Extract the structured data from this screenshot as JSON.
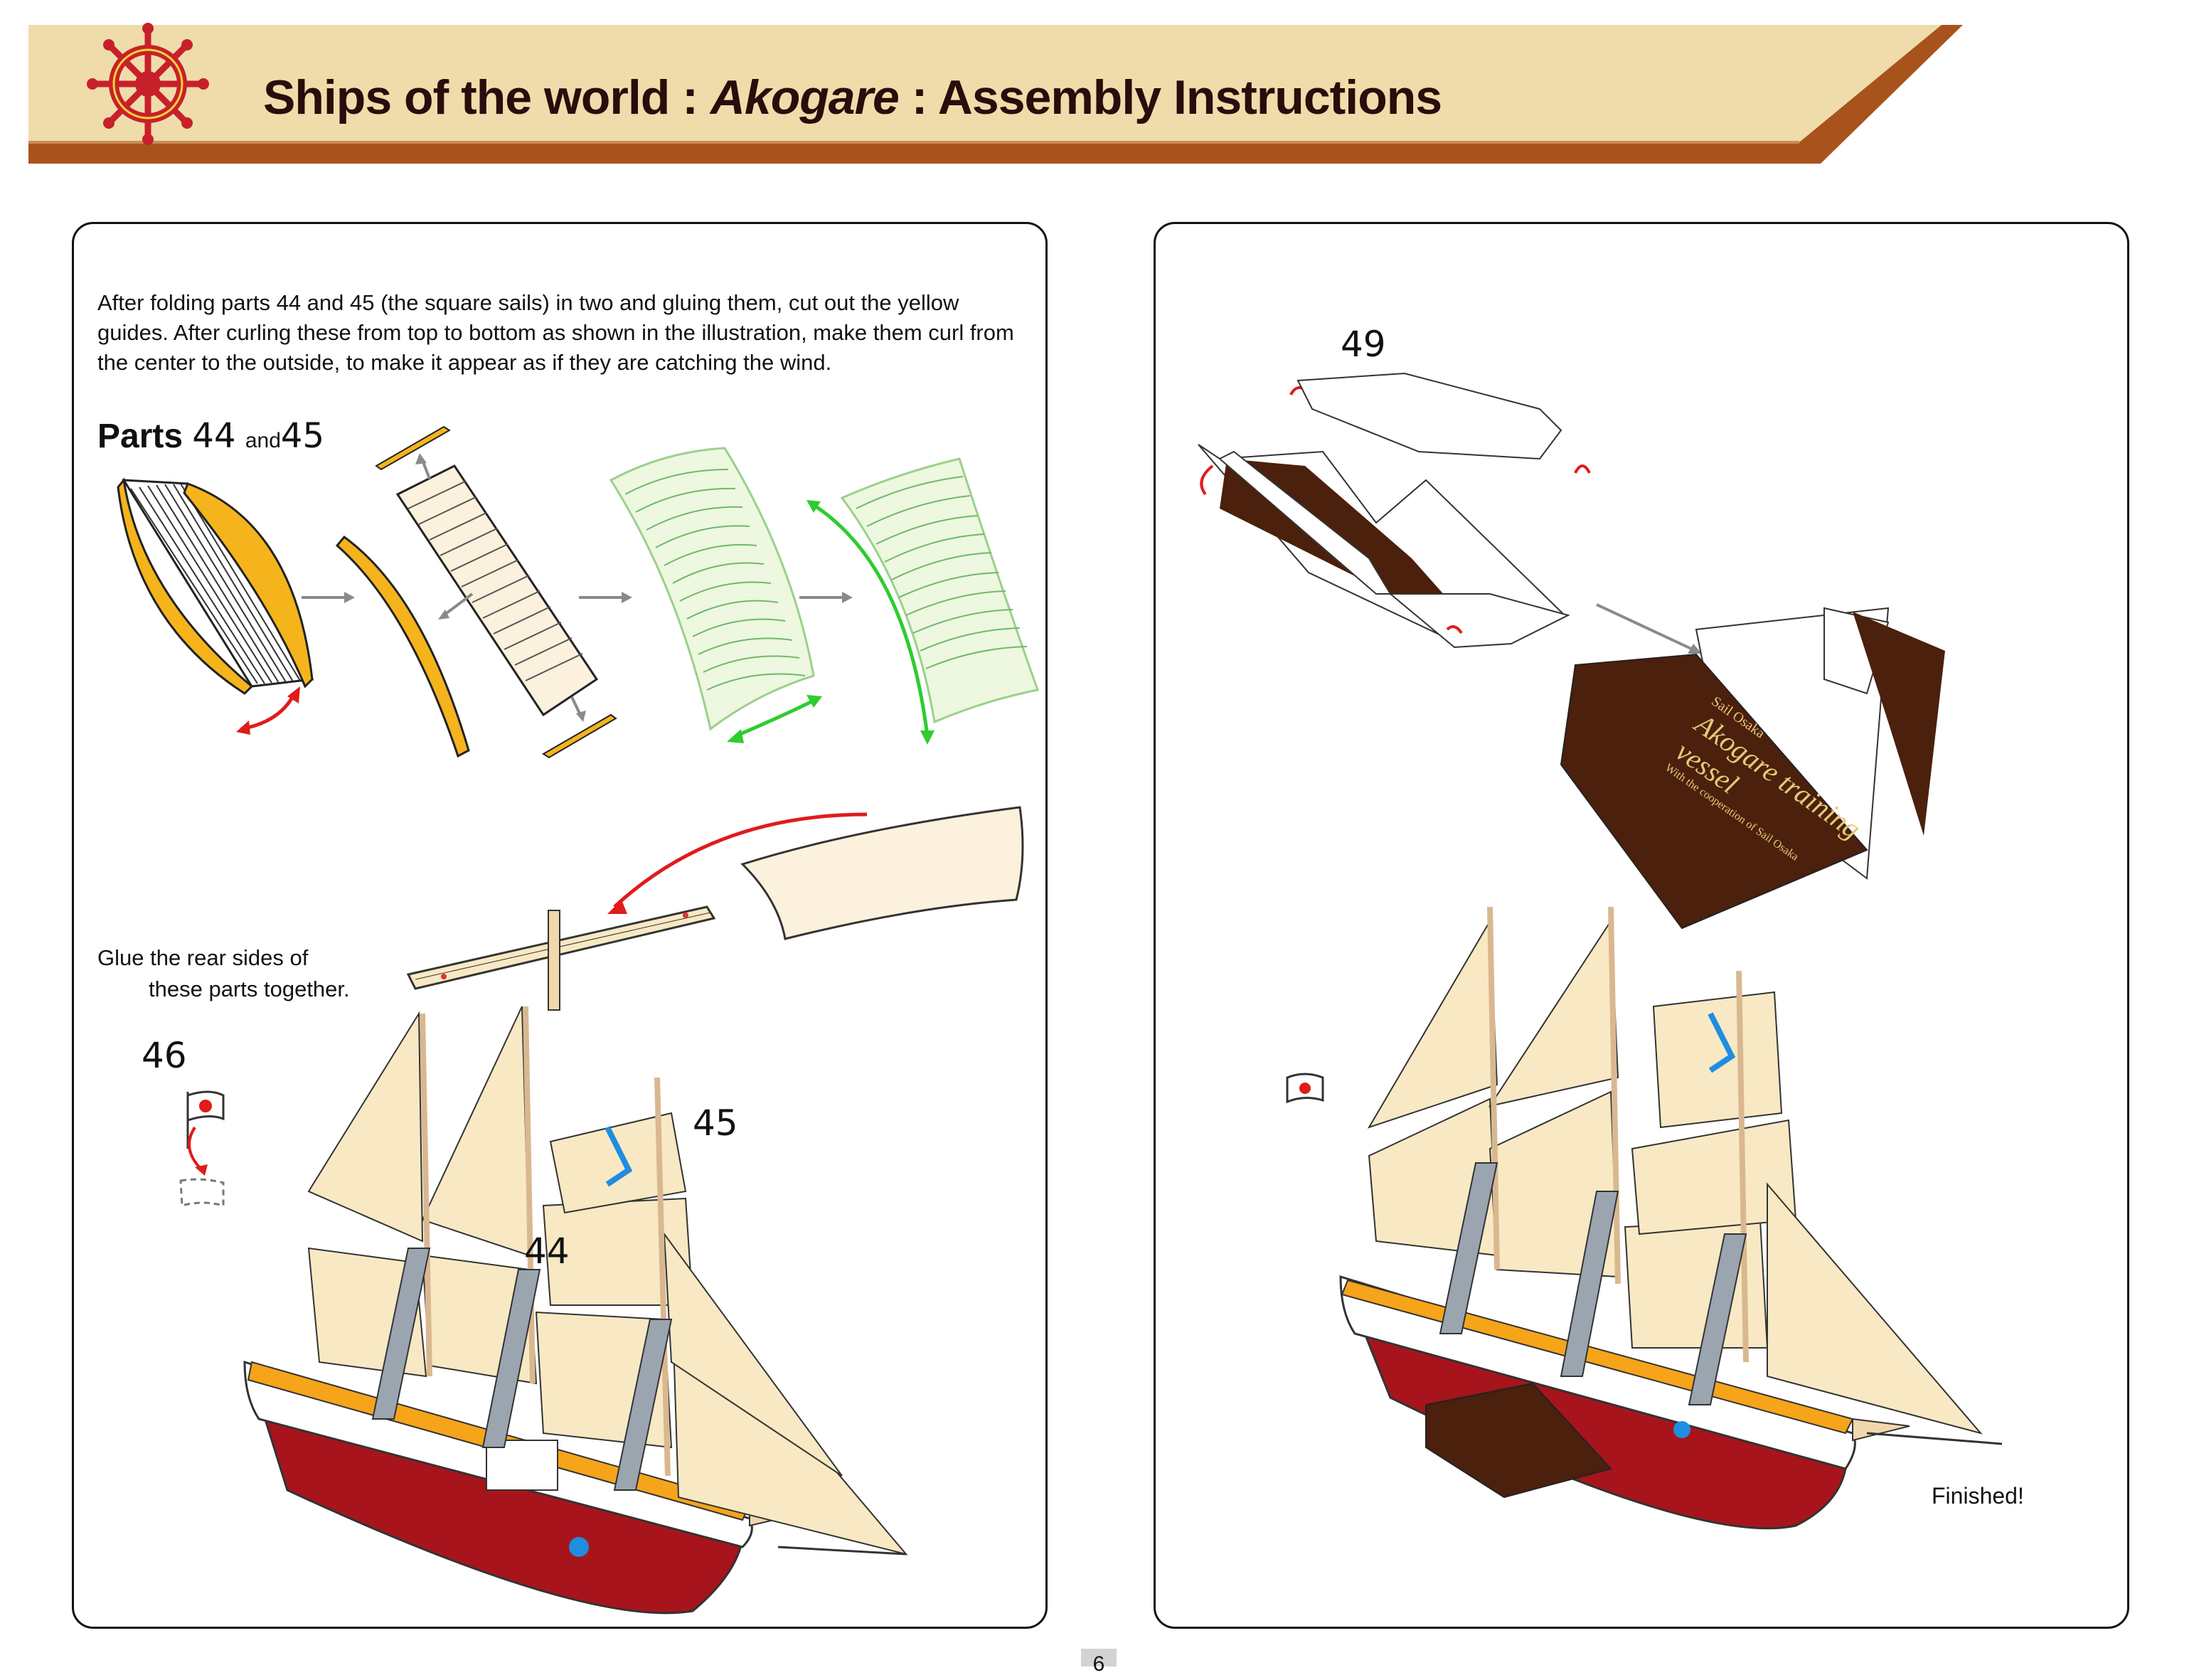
{
  "header": {
    "title_prefix": "Ships of the world : ",
    "title_ship": "Akogare",
    "title_suffix": " : Assembly Instructions",
    "icon": "ships-wheel-icon"
  },
  "left_panel": {
    "intro": "After folding parts 44 and 45 (the square sails) in two and gluing them, cut out the yellow guides. After curling these from top to bottom as shown in the illustration, make them curl from the center to the outside, to make it appear as if they are catching the wind.",
    "parts_word": "Parts",
    "parts_a": "44",
    "parts_and": "and",
    "parts_b": "45",
    "glue_line1": "Glue the rear sides of",
    "glue_line2": "these parts together.",
    "label_46": "46",
    "label_45": "45",
    "label_44": "44"
  },
  "right_panel": {
    "label_49": "49",
    "stand_line1": "Sail Osaka",
    "stand_line2": "Akogare training vessel",
    "stand_line3": "With the cooperation of Sail Osaka",
    "finished": "Finished!"
  },
  "footer": {
    "page_number": "6"
  },
  "colors": {
    "banner": "#efdcaa",
    "banner_edge": "#a8531c",
    "sail": "#f8e9c4",
    "guide_yellow": "#f5b41c",
    "hull_red": "#a8141c",
    "deck_orange": "#f6a41a",
    "stand_brown": "#4b200c",
    "arrow_red": "#e01b1b",
    "arrow_green": "#2fcc2f"
  }
}
